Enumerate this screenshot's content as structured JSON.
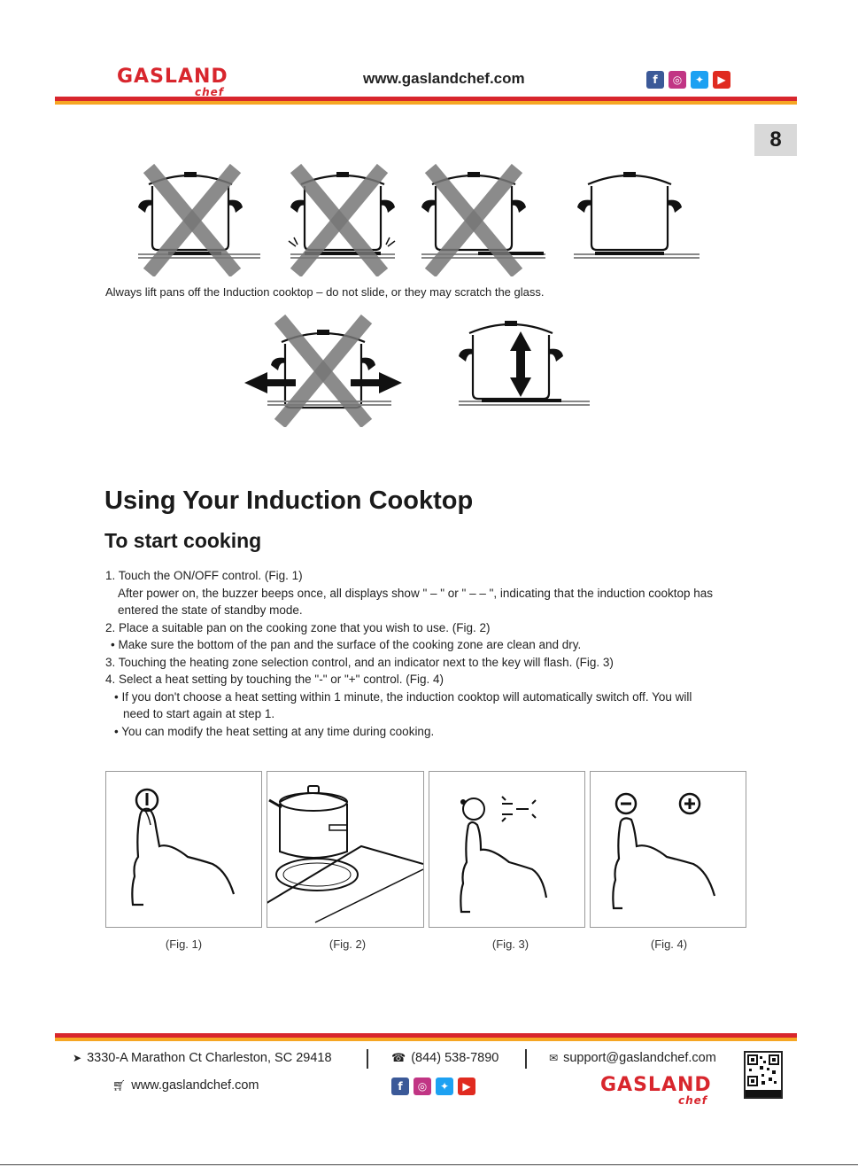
{
  "header": {
    "logo_main": "GASLAND",
    "logo_sub": "chef",
    "url": "www.gaslandchef.com",
    "social_icons": [
      "facebook-icon",
      "instagram-icon",
      "twitter-icon",
      "youtube-icon"
    ]
  },
  "page_number": "8",
  "caption": "Always lift pans off the Induction cooktop – do not slide, or they may scratch the glass.",
  "title": "Using Your Induction Cooktop",
  "subtitle": "To start cooking",
  "steps": {
    "s1": "1. Touch the ON/OFF control. (Fig. 1)",
    "s1_detail_a": "After power on, the buzzer beeps once, all displays show \" – \" or \" – – \", indicating that the induction cooktop has",
    "s1_detail_b": "entered the state of standby mode.",
    "s2": "2. Place a suitable pan on the cooking zone that  you wish to use. (Fig. 2)",
    "s2_bullet": "• Make sure the bottom of the pan and the surface of the cooking zone are clean and dry.",
    "s3": "3. Touching the heating zone selection control, and an indicator next to the key will flash. (Fig. 3)",
    "s4": "4. Select a heat setting by touching the \"-\" or \"+\" control. (Fig. 4)",
    "s4_bullet1a": "• If you don't choose a heat setting within 1 minute, the induction cooktop will automatically switch off. You will",
    "s4_bullet1b": "need to start again at step 1.",
    "s4_bullet2": "• You can modify the heat setting at any time during cooking."
  },
  "figures": [
    "(Fig. 1)",
    "(Fig. 2)",
    "(Fig. 3)",
    "(Fig. 4)"
  ],
  "footer": {
    "address": "3330-A Marathon Ct Charleston, SC 29418",
    "phone": "(844) 538-7890",
    "email": "support@gaslandchef.com",
    "url": "www.gaslandchef.com",
    "logo_main": "GASLAND",
    "logo_sub": "chef"
  },
  "colors": {
    "brand_red": "#d8262d",
    "brand_orange": "#f6a623"
  }
}
